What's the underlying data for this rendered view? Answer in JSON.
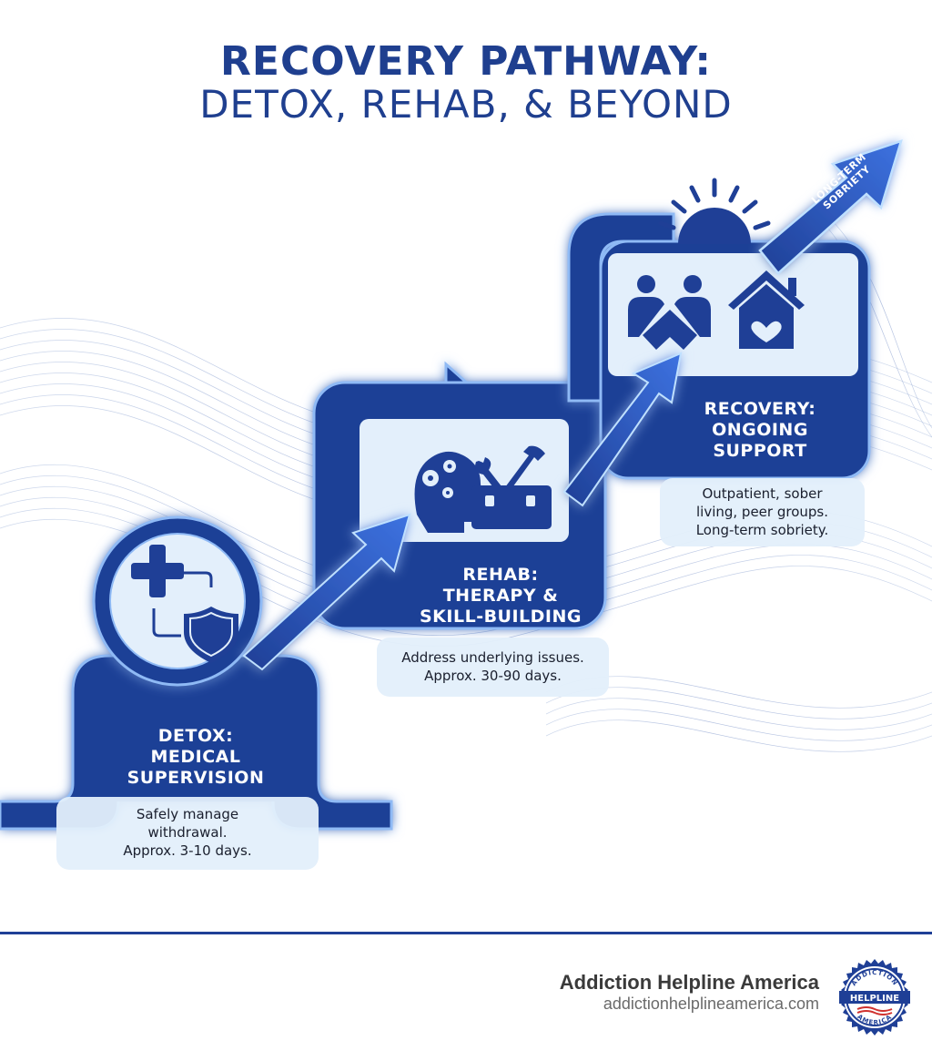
{
  "title": {
    "line1": "RECOVERY PATHWAY:",
    "line2": "DETOX, REHAB, & BEYOND"
  },
  "colors": {
    "primary": "#1f3f96",
    "title": "#1f3f8f",
    "accent_light": "#e3effb",
    "glow": "#7fb4ff",
    "arrow": "#2e5cc8",
    "text_dark": "#1a1f2e",
    "brand_dark": "#3a3a3a",
    "brand_gray": "#6a6a6a"
  },
  "stages": [
    {
      "id": "detox",
      "title_lines": [
        "DETOX:",
        "MEDICAL",
        "SUPERVISION"
      ],
      "desc_lines": [
        "Safely manage",
        "withdrawal.",
        "Approx. 3-10 days."
      ],
      "icons": [
        "medical-cross-icon",
        "shield-icon"
      ]
    },
    {
      "id": "rehab",
      "title_lines": [
        "REHAB:",
        "THERAPY &",
        "SKILL-BUILDING"
      ],
      "desc_lines": [
        "Address underlying issues.",
        "Approx. 30-90 days."
      ],
      "icons": [
        "head-gears-icon",
        "toolbox-icon"
      ]
    },
    {
      "id": "recovery",
      "title_lines": [
        "RECOVERY:",
        "ONGOING",
        "SUPPORT"
      ],
      "desc_lines": [
        "Outpatient, sober",
        "living, peer groups.",
        "Long-term sobriety."
      ],
      "icons": [
        "handshake-people-icon",
        "house-heart-icon",
        "sunrise-icon"
      ]
    }
  ],
  "final_arrow": {
    "label_lines": [
      "LONG-TERM",
      "SOBRIETY"
    ]
  },
  "footer": {
    "brand_name": "Addiction Helpline America",
    "brand_url": "addictionhelplineamerica.com",
    "badge": {
      "top_text": "ADDICTION",
      "center_text": "HELPLINE",
      "bottom_text": "AMERICA"
    }
  }
}
